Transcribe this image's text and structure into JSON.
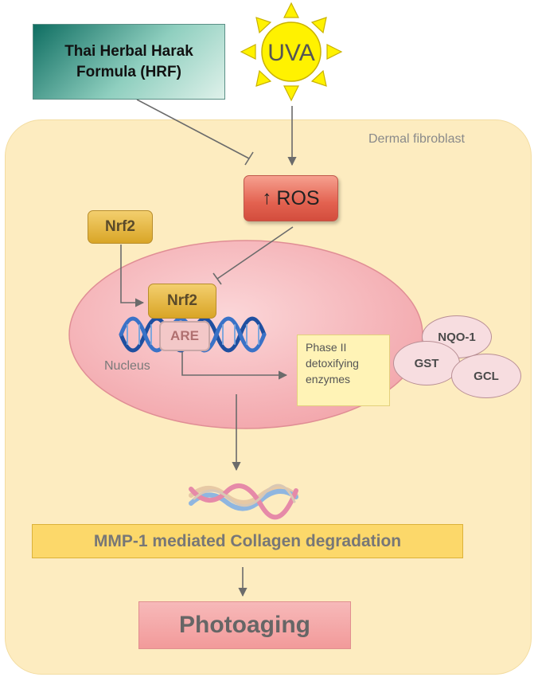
{
  "cell": {
    "label": "Dermal fibroblast"
  },
  "hrf": {
    "line1": "Thai Herbal Harak",
    "line2": "Formula (HRF)"
  },
  "uva": {
    "label": "UVA"
  },
  "ros": {
    "arrow": "↑",
    "label": "ROS"
  },
  "nrf2_cytoplasm": {
    "label": "Nrf2"
  },
  "nrf2_nucleus": {
    "label": "Nrf2"
  },
  "are": {
    "label": "ARE"
  },
  "nucleus": {
    "label": "Nucleus"
  },
  "phase2": {
    "line1": "Phase II",
    "line2": "detoxifying",
    "line3": "enzymes"
  },
  "enzymes": {
    "nqo1": "NQO-1",
    "gst": "GST",
    "gcl": "GCL"
  },
  "mmp": {
    "label": "MMP-1 mediated Collagen degradation"
  },
  "photoaging": {
    "label": "Photoaging"
  },
  "colors": {
    "cell_fill": "#fdecc0",
    "nucleus_fill": "#f6b9bd",
    "sun_fill": "#fff200",
    "arrow": "#6b6b6b"
  }
}
